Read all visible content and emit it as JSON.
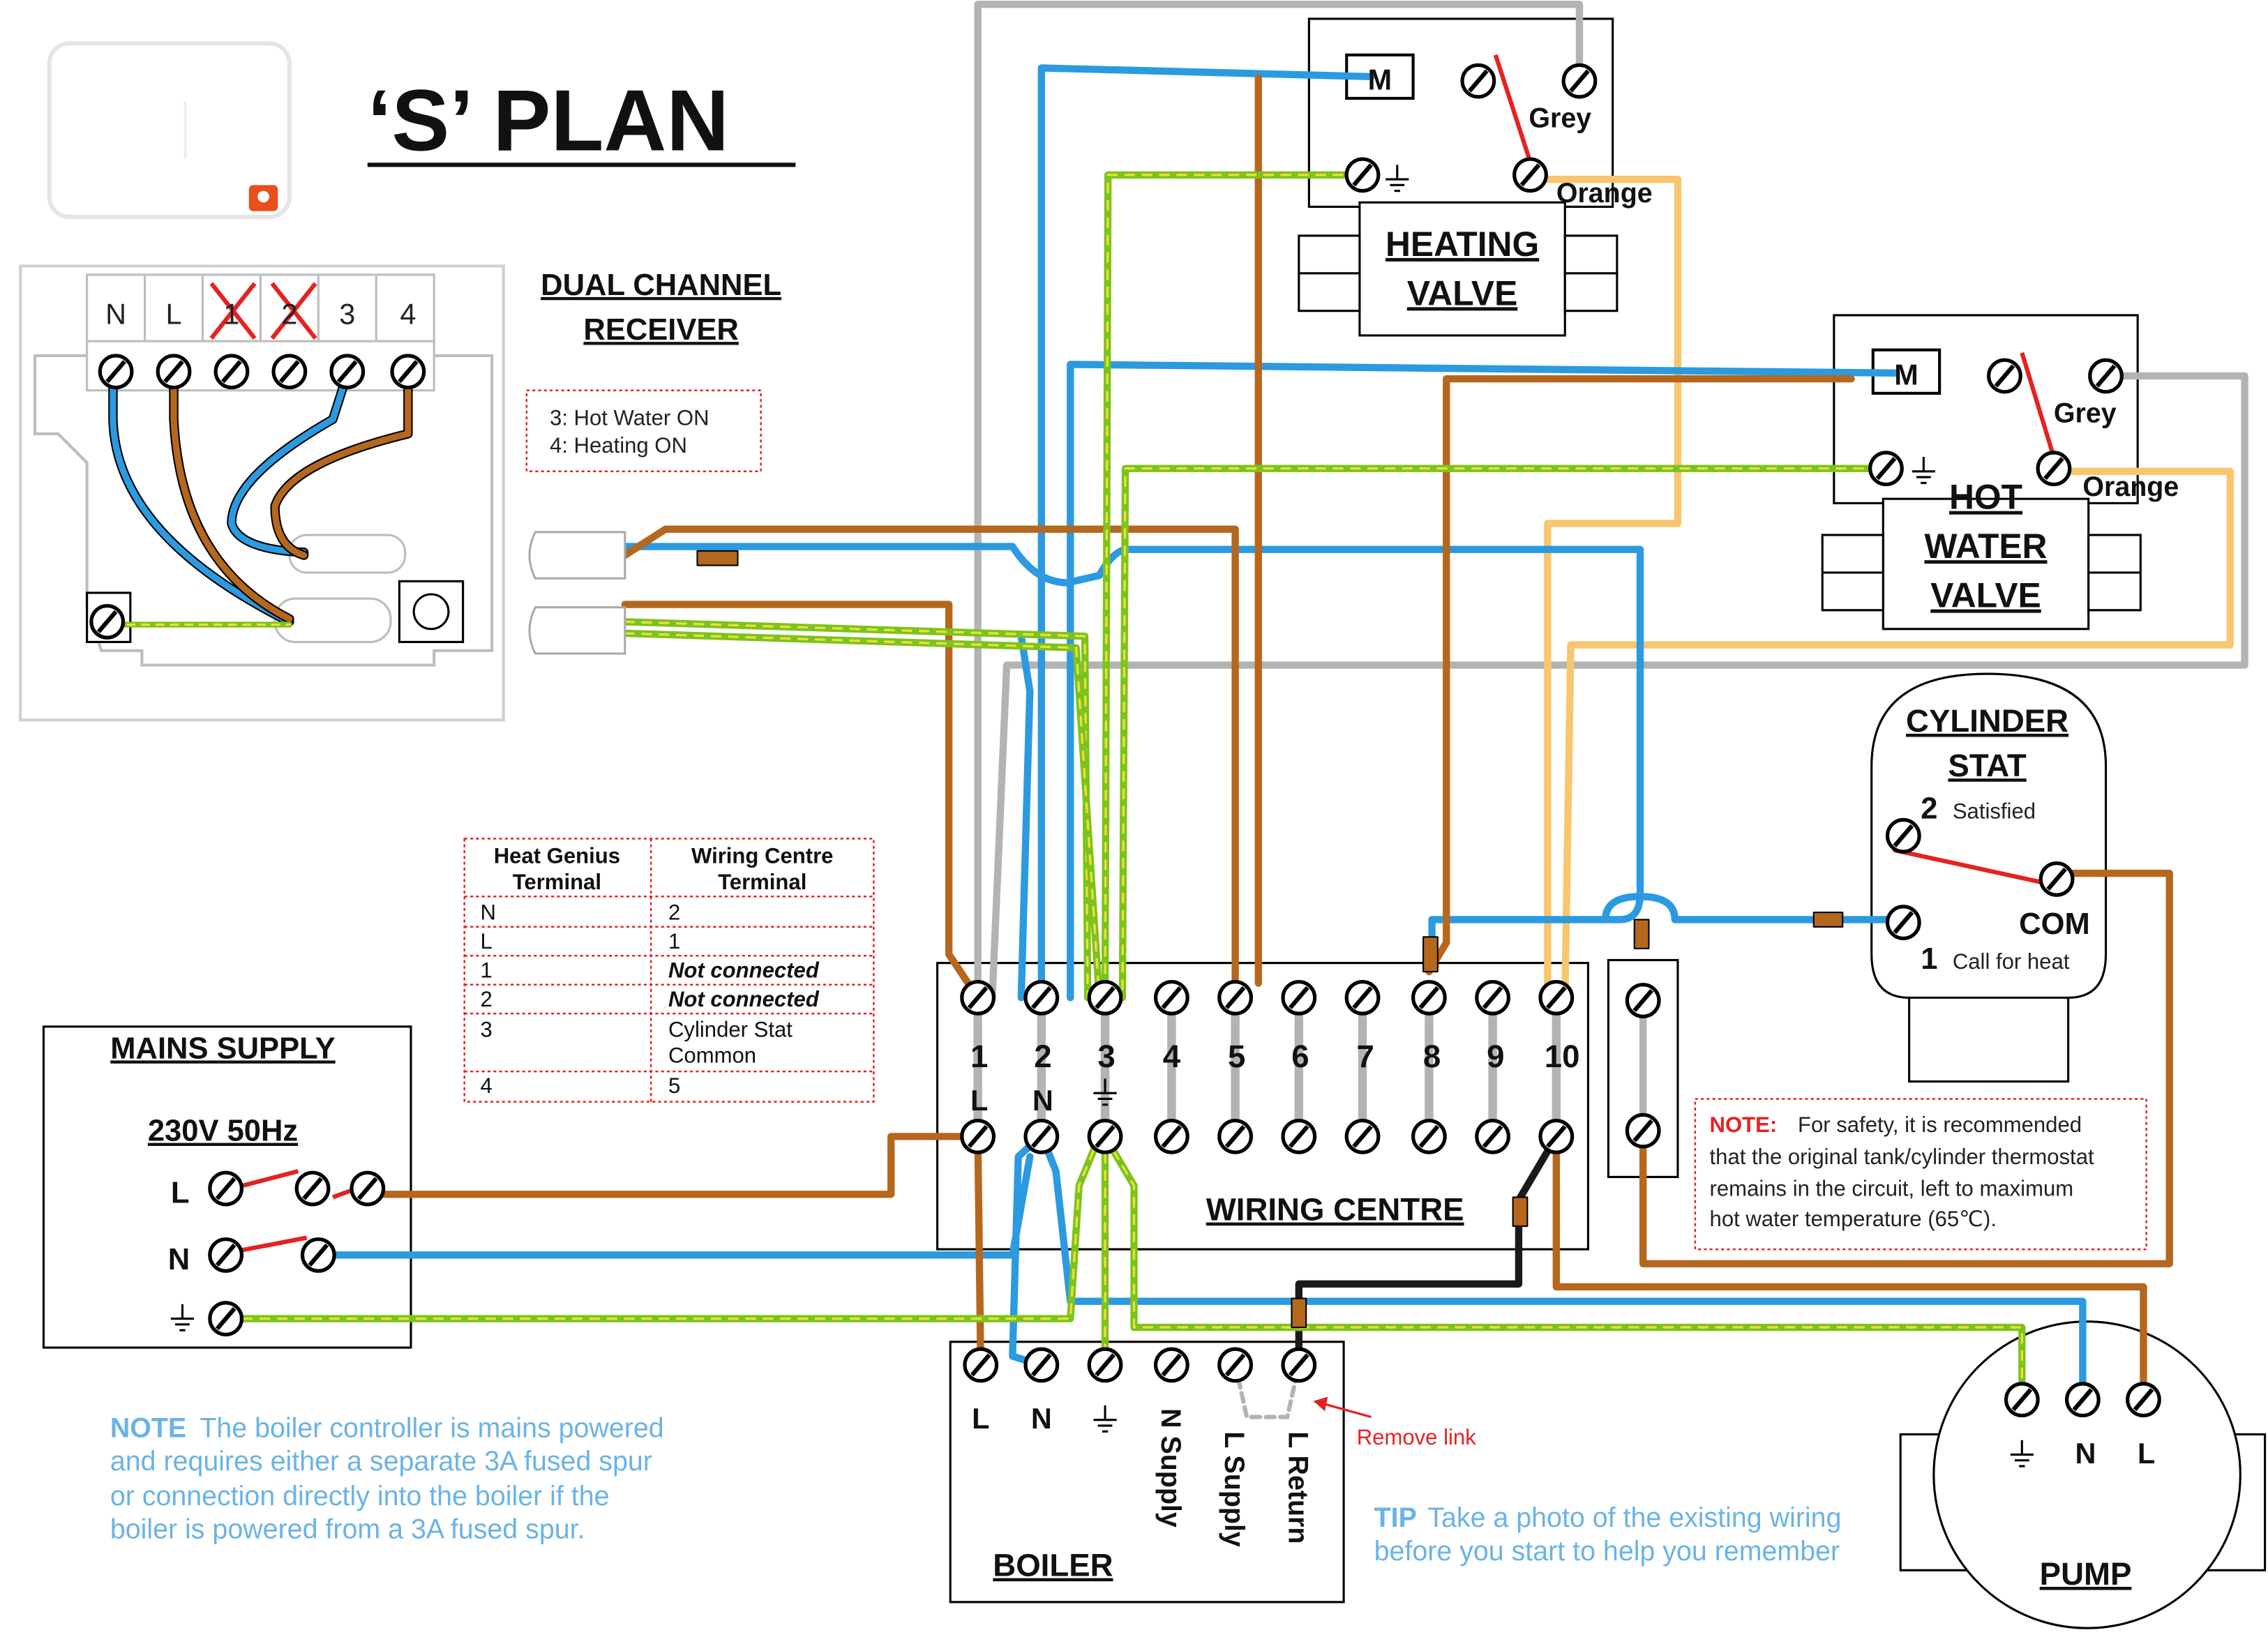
{
  "title": "‘S’ PLAN",
  "receiver": {
    "title_line1": "DUAL CHANNEL",
    "title_line2": "RECEIVER",
    "terminals": [
      "N",
      "L",
      "1",
      "2",
      "3",
      "4"
    ],
    "legend_line1": "3: Hot Water ON",
    "legend_line2": "4: Heating ON"
  },
  "heating_valve": {
    "motor": "M",
    "grey": "Grey",
    "orange": "Orange",
    "label_line1": "HEATING",
    "label_line2": "VALVE"
  },
  "hot_water_valve": {
    "motor": "M",
    "grey": "Grey",
    "orange": "Orange",
    "label_line1": "HOT",
    "label_line2": "WATER",
    "label_line3": "VALVE"
  },
  "cylinder_stat": {
    "title_line1": "CYLINDER",
    "title_line2": "STAT",
    "num_satisfied": "2",
    "satisfied": "Satisfied",
    "com": "COM",
    "num_call": "1",
    "call": "Call for heat"
  },
  "table": {
    "headers": [
      [
        "Heat Genius",
        "Terminal"
      ],
      [
        "Wiring Centre",
        "Terminal"
      ]
    ],
    "rows": [
      {
        "a": "N",
        "b": "2",
        "b2": ""
      },
      {
        "a": "L",
        "b": "1",
        "b2": ""
      },
      {
        "a": "1",
        "b": "Not connected",
        "b2": ""
      },
      {
        "a": "2",
        "b": "Not connected",
        "b2": ""
      },
      {
        "a": "3",
        "b": "Cylinder Stat",
        "b2": "Common"
      },
      {
        "a": "4",
        "b": "5",
        "b2": ""
      }
    ]
  },
  "mains": {
    "title": "MAINS SUPPLY",
    "voltage": "230V 50Hz",
    "l": "L",
    "n": "N"
  },
  "wiring_centre": {
    "label": "WIRING CENTRE",
    "numbers": [
      "1",
      "2",
      "3",
      "4",
      "5",
      "6",
      "7",
      "8",
      "9",
      "10"
    ],
    "l": "L",
    "n": "N"
  },
  "boiler": {
    "label": "BOILER",
    "l": "L",
    "n": "N",
    "n_supply": "N Supply",
    "l_supply": "L Supply",
    "l_return": "L Return",
    "remove_link": "Remove link"
  },
  "pump": {
    "label": "PUMP",
    "n": "N",
    "l": "L"
  },
  "note_safety": {
    "head": "NOTE:",
    "line1": "For safety, it is recommended",
    "line2": "that the original tank/cylinder thermostat",
    "line3": "remains in the circuit, left to maximum",
    "line4": "hot water temperature (65℃)."
  },
  "note_boiler": {
    "head": "NOTE",
    "line1": "The boiler controller is mains powered",
    "line2": "and requires either a separate 3A fused spur",
    "line3": "or connection directly into the boiler if the",
    "line4": "boiler is powered from a 3A fused spur."
  },
  "tip": {
    "head": "TIP",
    "line1": "Take a photo of the existing wiring",
    "line2": "before you start to help you remember"
  },
  "colors": {
    "blue": "#2b9ae0",
    "brown": "#b5671e",
    "grey": "#b3b3b3",
    "orange": "#f8c66c",
    "green": "#7dc21e",
    "yellow": "#e5e23a",
    "red": "#e52222",
    "note_blue": "#6ab3e6"
  }
}
